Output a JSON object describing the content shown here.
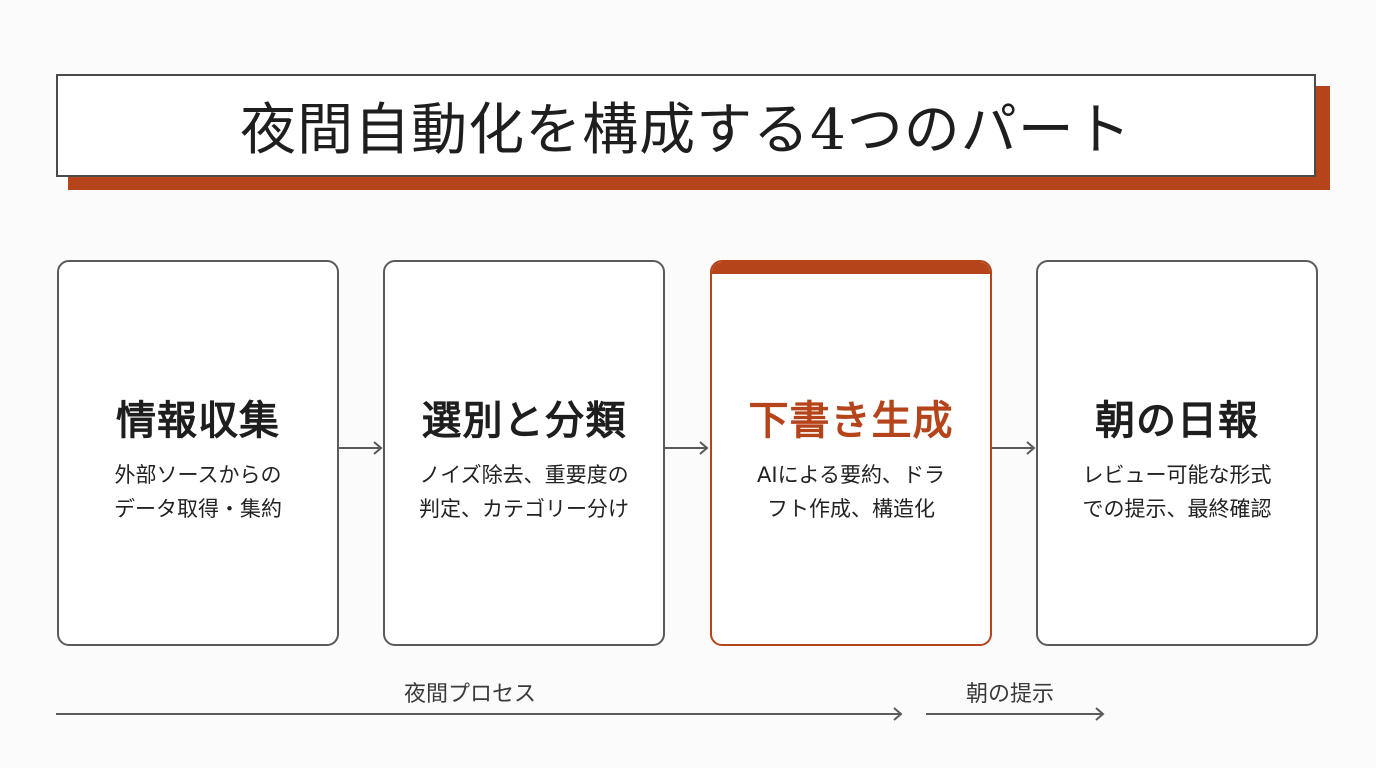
{
  "title": "夜間自動化を構成する4つのパート",
  "colors": {
    "accent": "#b5441a",
    "border": "#5a5a5a",
    "text": "#1e1e1e",
    "background": "#fbfbfb"
  },
  "steps": [
    {
      "title": "情報収集",
      "desc": [
        "外部ソースからの",
        "データ取得・集約"
      ],
      "highlight": false
    },
    {
      "title": "選別と分類",
      "desc": [
        "ノイズ除去、重要度の",
        "判定、カテゴリー分け"
      ],
      "highlight": false
    },
    {
      "title": "下書き生成",
      "desc": [
        "AIによる要約、ドラ",
        "フト作成、構造化"
      ],
      "highlight": true
    },
    {
      "title": "朝の日報",
      "desc": [
        "レビュー可能な形式",
        "での提示、最終確認"
      ],
      "highlight": false
    }
  ],
  "phases": {
    "night": "夜間プロセス",
    "morning": "朝の提示"
  }
}
